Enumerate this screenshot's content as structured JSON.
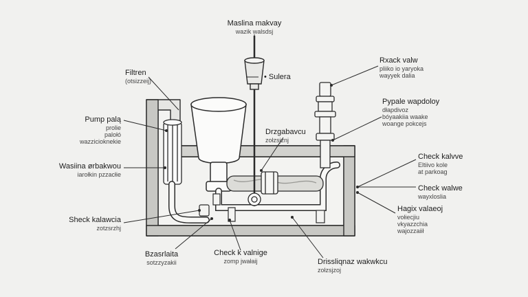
{
  "labels": {
    "top_center": {
      "title": "Maslina makvay",
      "sub": "wazik walsdsj"
    },
    "sulera": {
      "title": "• Sulera"
    },
    "filtren": {
      "title": "Filtren",
      "sub": "(otsizzeij)"
    },
    "pump": {
      "title": "Pump palą",
      "lines": [
        "prolie",
        "palołó",
        "wazzicioknekie"
      ]
    },
    "wasline": {
      "title": "Wasiina ørbakwou",
      "sub": "iarołkin pzzacłie"
    },
    "shock": {
      "title": "Sheck kalawcia",
      "sub": "zotzsrzhj"
    },
    "bzasrlaita": {
      "title": "Bzasrlaita",
      "sub": "sotzzyzakii"
    },
    "check_bottom": {
      "title": "Check k valnige",
      "sub": "zomp jwałaij"
    },
    "drzgabavcu": {
      "title": "Drzgabavcu",
      "sub": "zołzsjznj"
    },
    "disslignaz": {
      "title": "Drissliqnaz wakwkcu",
      "sub": "zołzsjzoj"
    },
    "rxack": {
      "title": "Rxack valw",
      "lines": [
        "pliiko io yaryoka",
        "wayyek dalia"
      ]
    },
    "pypale": {
      "title": "Pypale wapdoloy",
      "lines": [
        "dłapdivoz",
        "bóyaakiia waake",
        "woange pokcejs"
      ]
    },
    "check_kalvve": {
      "title": "Check kalvve",
      "lines": [
        "Eltiivo kole",
        "at parkoag"
      ]
    },
    "check_walwe": {
      "title": "Check walwe",
      "sub": "wayxloslia"
    },
    "hagix": {
      "title": "Hagix valaeoj",
      "lines": [
        "vołiecjiu",
        "vkyazzchia",
        "wajozzaiił"
      ]
    }
  },
  "colors": {
    "line": "#2a2a2a",
    "gray": "#c8c8c4",
    "light": "#e6e6e3",
    "paper": "#f1f1ef"
  }
}
